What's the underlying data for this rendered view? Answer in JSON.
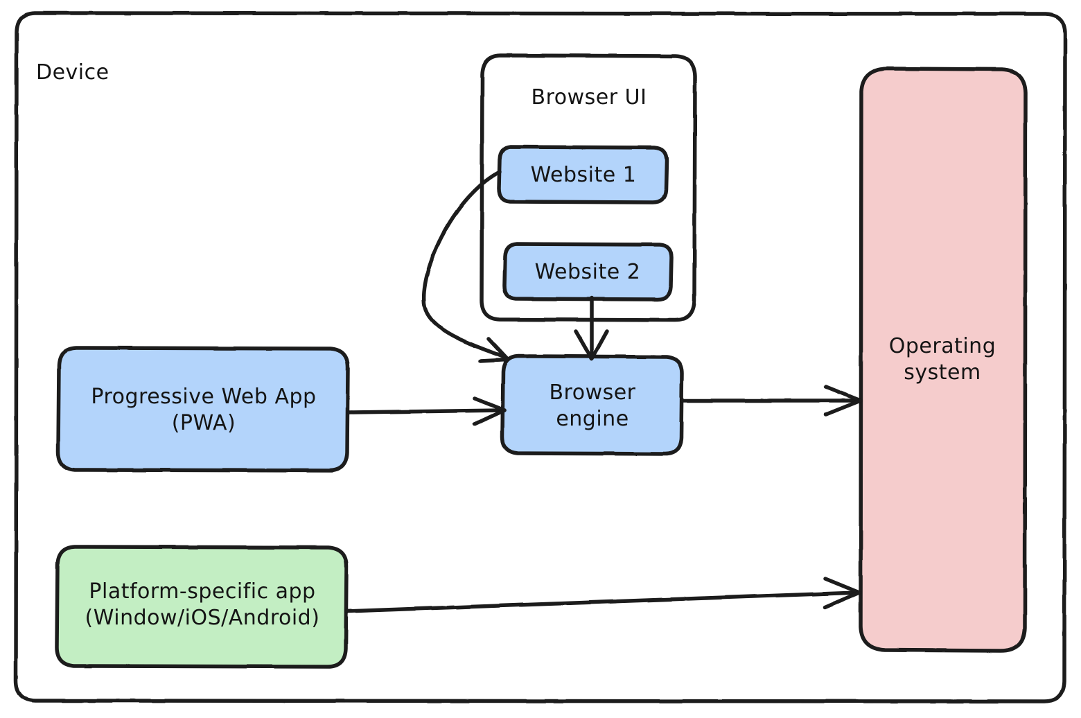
{
  "diagram": {
    "title": "Device",
    "style": "hand-drawn",
    "colors": {
      "stroke": "#1a1a1a",
      "blue_fill": "#b3d4fb",
      "green_fill": "#c3eec3",
      "pink_fill": "#f5cccc",
      "white_fill": "#ffffff",
      "text": "#141414"
    },
    "nodes": [
      {
        "id": "device",
        "label": "Device",
        "shape": "rounded-rect",
        "fill": "#ffffff",
        "label_position": "top-left"
      },
      {
        "id": "browser-ui",
        "label": "Browser UI",
        "shape": "rounded-rect",
        "fill": "#ffffff",
        "label_position": "top-center"
      },
      {
        "id": "website-1",
        "label": "Website 1",
        "shape": "rounded-rect",
        "fill": "#b3d4fb",
        "label_position": "center"
      },
      {
        "id": "website-2",
        "label": "Website 2",
        "shape": "rounded-rect",
        "fill": "#b3d4fb",
        "label_position": "center"
      },
      {
        "id": "browser-engine",
        "label": "Browser\nengine",
        "shape": "rounded-rect",
        "fill": "#b3d4fb",
        "label_position": "center"
      },
      {
        "id": "pwa",
        "label": "Progressive Web App\n(PWA)",
        "shape": "rounded-rect",
        "fill": "#b3d4fb",
        "label_position": "center"
      },
      {
        "id": "platform-app",
        "label": "Platform-specific app\n(Window/iOS/Android)",
        "shape": "rounded-rect",
        "fill": "#c3eec3",
        "label_position": "center"
      },
      {
        "id": "operating-system",
        "label": "Operating\nsystem",
        "shape": "rounded-rect",
        "fill": "#f5cccc",
        "label_position": "center"
      }
    ],
    "edges": [
      {
        "id": "edge-website1-to-engine",
        "from": "website-1",
        "to": "browser-engine",
        "type": "curved",
        "arrowhead": "open"
      },
      {
        "id": "edge-website2-to-engine",
        "from": "website-2",
        "to": "browser-engine",
        "type": "straight",
        "arrowhead": "open"
      },
      {
        "id": "edge-pwa-to-engine",
        "from": "pwa",
        "to": "browser-engine",
        "type": "straight",
        "arrowhead": "open"
      },
      {
        "id": "edge-engine-to-os",
        "from": "browser-engine",
        "to": "operating-system",
        "type": "straight",
        "arrowhead": "open"
      },
      {
        "id": "edge-platform-to-os",
        "from": "platform-app",
        "to": "operating-system",
        "type": "straight",
        "arrowhead": "open"
      }
    ]
  }
}
